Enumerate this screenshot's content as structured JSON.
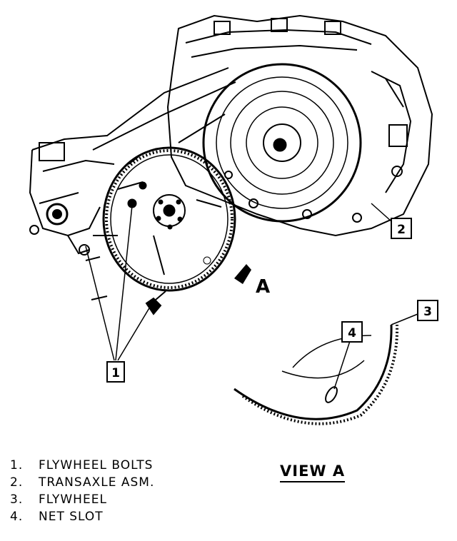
{
  "callouts": [
    {
      "id": "1",
      "label": "1"
    },
    {
      "id": "2",
      "label": "2"
    },
    {
      "id": "3",
      "label": "3"
    },
    {
      "id": "4",
      "label": "4"
    }
  ],
  "view_marker": "A",
  "view_title": "VIEW A",
  "legend": [
    {
      "num": "1.",
      "text": "FLYWHEEL BOLTS"
    },
    {
      "num": "2.",
      "text": "TRANSAXLE ASM."
    },
    {
      "num": "3.",
      "text": "FLYWHEEL"
    },
    {
      "num": "4.",
      "text": "NET SLOT"
    }
  ]
}
